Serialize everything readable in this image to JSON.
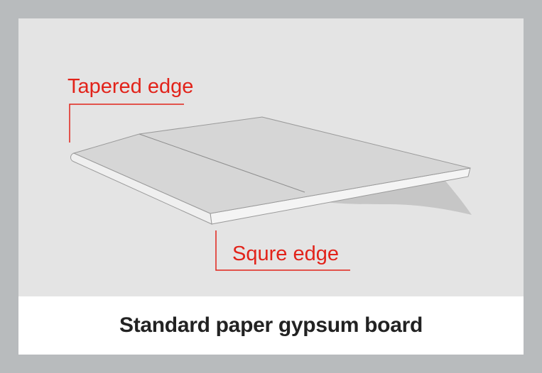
{
  "labels": {
    "tapered_edge": "Tapered edge",
    "square_edge": "Squre edge"
  },
  "caption": "Standard paper gypsum board",
  "colors": {
    "background_border": "#b8bbbd",
    "illustration_bg": "#e4e4e4",
    "label_red": "#e2231a",
    "board_top": "#d6d6d6",
    "board_edge": "#f4f4f4",
    "board_shadow": "#c6c6c6",
    "caption_text": "#222222"
  }
}
